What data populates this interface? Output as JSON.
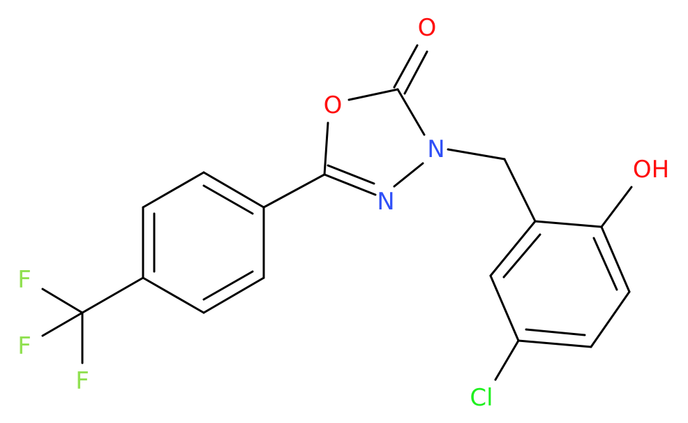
{
  "atoms": {
    "o_carbonyl": {
      "symbol": "O",
      "color": "#ff0d0d"
    },
    "o_ring": {
      "symbol": "O",
      "color": "#ff0d0d"
    },
    "n_3": {
      "symbol": "N",
      "color": "#3050f8"
    },
    "n_4": {
      "symbol": "N",
      "color": "#3050f8"
    },
    "oh": {
      "symbol": "OH",
      "color": "#ff0d0d"
    },
    "cl": {
      "symbol": "Cl",
      "color": "#1ff01f"
    },
    "f_1": {
      "symbol": "F",
      "color": "#90e050"
    },
    "f_2": {
      "symbol": "F",
      "color": "#90e050"
    },
    "f_3": {
      "symbol": "F",
      "color": "#90e050"
    }
  },
  "colors": {
    "bond": "#000000",
    "background": "#ffffff",
    "oxygen": "#ff0d0d",
    "nitrogen": "#3050f8",
    "chlorine": "#1ff01f",
    "fluorine": "#90e050"
  }
}
